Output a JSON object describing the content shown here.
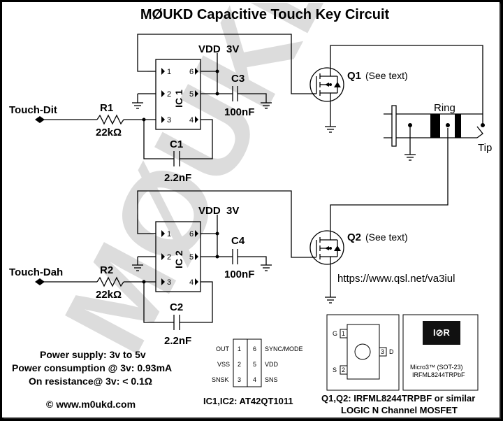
{
  "title": "MØUKD Capacitive Touch Key Circuit",
  "watermark": "MØUKD",
  "inputs": {
    "dit": "Touch-Dit",
    "dah": "Touch-Dah"
  },
  "resistors": {
    "r1": {
      "ref": "R1",
      "value": "22kΩ"
    },
    "r2": {
      "ref": "R2",
      "value": "22kΩ"
    }
  },
  "ics": {
    "ic1": "IC 1",
    "ic2": "IC 2"
  },
  "pins": {
    "p1": "1",
    "p2": "2",
    "p3": "3",
    "p4": "4",
    "p5": "5",
    "p6": "6"
  },
  "supply": {
    "vdd1": "VDD  3V",
    "vdd2": "VDD  3V"
  },
  "capacitors": {
    "c1": {
      "ref": "C1",
      "value": "2.2nF"
    },
    "c2": {
      "ref": "C2",
      "value": "2.2nF"
    },
    "c3": {
      "ref": "C3",
      "value": "100nF"
    },
    "c4": {
      "ref": "C4",
      "value": "100nF"
    }
  },
  "transistors": {
    "q1": "Q1",
    "q1_note": "(See text)",
    "q2": "Q2",
    "q2_note": "(See text)"
  },
  "jack": {
    "ring": "Ring",
    "tip": "Tip"
  },
  "url": "https://www.qsl.net/va3iul",
  "specs": {
    "supply": "Power supply: 3v to 5v",
    "consumption": "Power consumption @ 3v: 0.93mA",
    "resistance": "On resistance@ 3v: < 0.1Ω"
  },
  "copyright": "© www.m0ukd.com",
  "pinout": {
    "left": [
      "OUT",
      "VSS",
      "SNSK"
    ],
    "left_nums": [
      "1",
      "2",
      "3"
    ],
    "right": [
      "SYNC/MODE",
      "VDD",
      "SNS"
    ],
    "right_nums": [
      "6",
      "5",
      "4"
    ],
    "caption": "IC1,IC2: AT42QT1011"
  },
  "mosfet": {
    "pins": {
      "g": "G",
      "s": "S",
      "d": "D"
    },
    "nums": {
      "one": "1",
      "two": "2",
      "three": "3"
    },
    "chip_logo": "I⊘R",
    "pkg_line1": "Micro3™ (SOT-23)",
    "pkg_line2": "IRFML8244TRPbF",
    "caption1": "Q1,Q2: IRFML8244TRPBF or similar",
    "caption2": "LOGIC N Channel MOSFET"
  },
  "colors": {
    "background": "#000000",
    "panel": "#ffffff",
    "ink": "#000000",
    "watermark": "#dcdcdc"
  }
}
